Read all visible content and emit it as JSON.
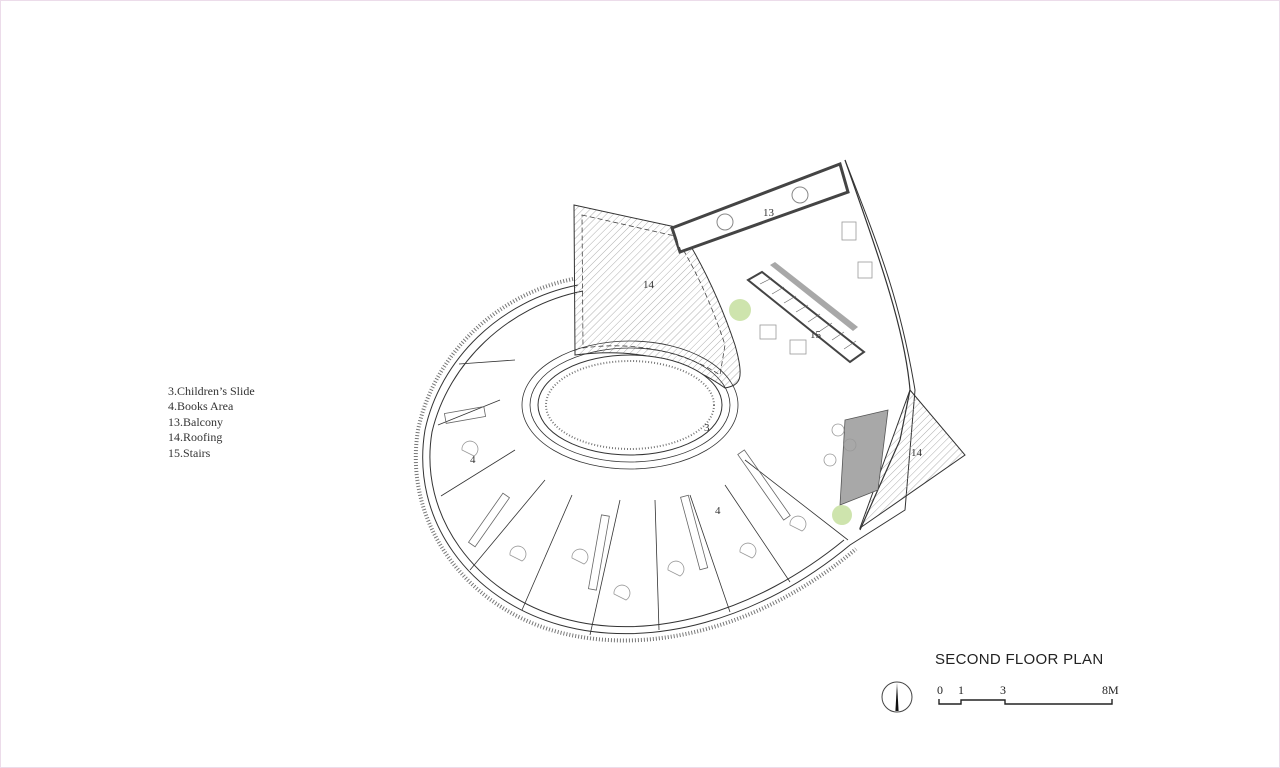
{
  "drawing": {
    "title": "SECOND FLOOR PLAN",
    "legend": [
      {
        "num": "3",
        "label": "3.Children’s Slide"
      },
      {
        "num": "4",
        "label": "4.Books Area"
      },
      {
        "num": "13",
        "label": "13.Balcony"
      },
      {
        "num": "14",
        "label": "14.Roofing"
      },
      {
        "num": "15",
        "label": "15.Stairs"
      }
    ],
    "room_labels": {
      "roofing_main": "14",
      "roofing_side": "14",
      "balcony": "13",
      "stairs": "15",
      "slide": "3",
      "books_left": "4",
      "books_right": "4"
    },
    "scale_bar": {
      "ticks": [
        "0",
        "1",
        "3",
        "8M"
      ]
    },
    "north_arrow": "north-arrow",
    "colors": {
      "line": "#333333",
      "hatch": "#9a9a9a",
      "planting": "#b9d98a",
      "fill_gray": "#a8a8a8",
      "border": "#ecdcea"
    }
  }
}
